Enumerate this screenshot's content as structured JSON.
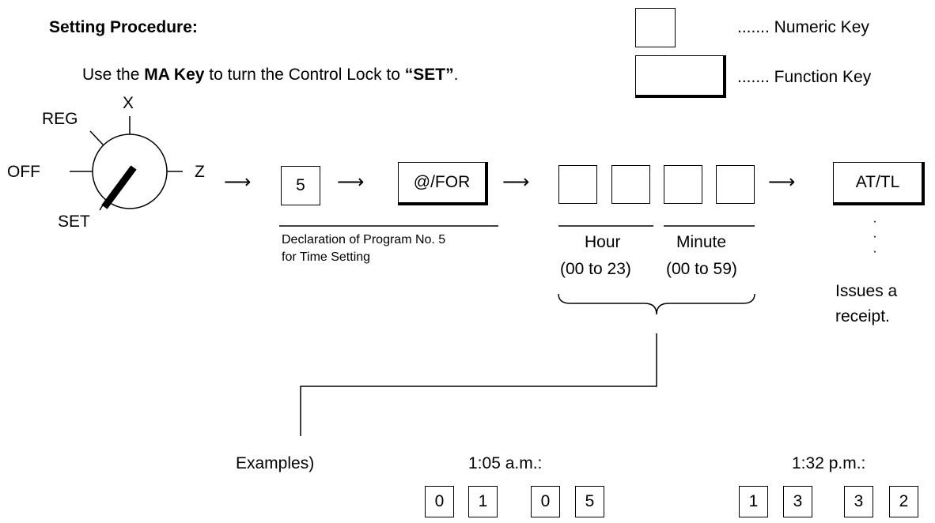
{
  "header": {
    "title": "Setting Procedure:",
    "instruction": {
      "part1": "Use the ",
      "part2": "MA Key",
      "part3": " to turn the Control Lock to ",
      "part4": "“SET”",
      "part5": "."
    }
  },
  "legend": {
    "numeric_key": "....... Numeric Key",
    "function_key": "....... Function Key"
  },
  "control_lock": {
    "positions": {
      "x": "X",
      "reg": "REG",
      "off": "OFF",
      "z": "Z",
      "set": "SET"
    }
  },
  "flow": {
    "arrow": "⟶",
    "step1_key": "5",
    "step2_key": "@/FOR",
    "step4_key": "AT/TL",
    "declaration_label": "Declaration of Program No. 5",
    "declaration_label_2": "for Time Setting",
    "hour_label": "Hour",
    "hour_range": "(00 to 23)",
    "minute_label": "Minute",
    "minute_range": "(00 to 59)",
    "receipt_1": "Issues  a",
    "receipt_2": "receipt."
  },
  "examples": {
    "label": "Examples)",
    "example1": {
      "caption": "1:05 a.m.:",
      "digits": [
        "0",
        "1",
        "0",
        "5"
      ]
    },
    "example2": {
      "caption": "1:32 p.m.:",
      "digits": [
        "1",
        "3",
        "3",
        "2"
      ]
    }
  }
}
